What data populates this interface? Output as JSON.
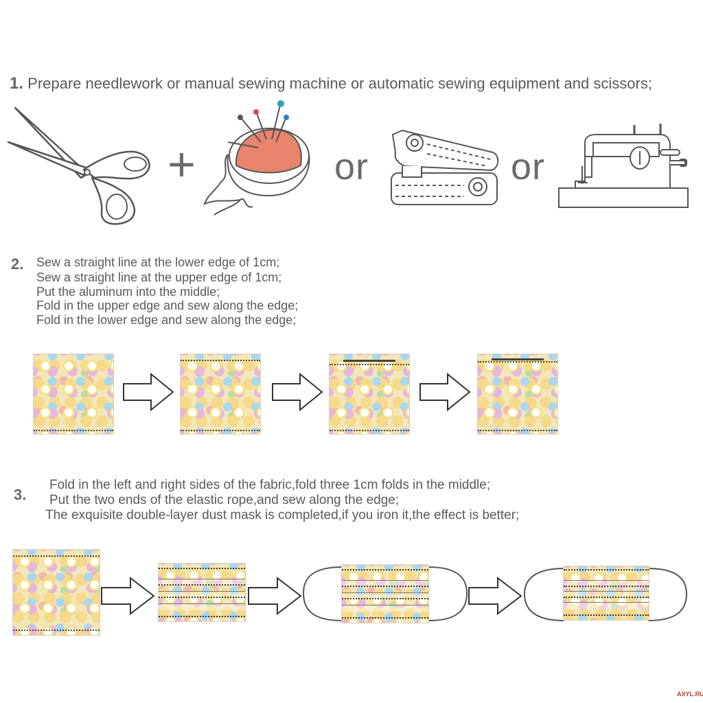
{
  "steps": [
    {
      "number": "1.",
      "lines": [
        "Prepare needlework or manual sewing machine or automatic sewing equipment and scissors;"
      ]
    },
    {
      "number": "2.",
      "lines": [
        "Sew a straight line at the lower edge of 1cm;",
        "Sew a straight line at the upper edge of 1cm;",
        "Put the aluminum into the middle;",
        "Fold in the upper edge and sew along the edge;",
        "Fold in the lower edge and sew along the edge;"
      ]
    },
    {
      "number": "3.",
      "lines": [
        "Fold in the left and right sides of the fabric,fold three 1cm folds in the middle;",
        "Put the two ends of the elastic rope,and sew along the edge;",
        "The exquisite double-layer dust mask is completed,if you iron it,the effect is better;"
      ]
    }
  ],
  "tools_row": {
    "plus": "+",
    "or_1": "or",
    "or_2": "or",
    "icons": [
      "scissors-icon",
      "pincushion-icon",
      "handheld-sewing-machine-icon",
      "sewing-machine-icon"
    ]
  },
  "watermark": "AXYL.RU",
  "colors": {
    "text": "#5a5a5a",
    "pincushion": "#e8846c",
    "outline": "#555555",
    "fabric_base": "#f3e6b8"
  }
}
